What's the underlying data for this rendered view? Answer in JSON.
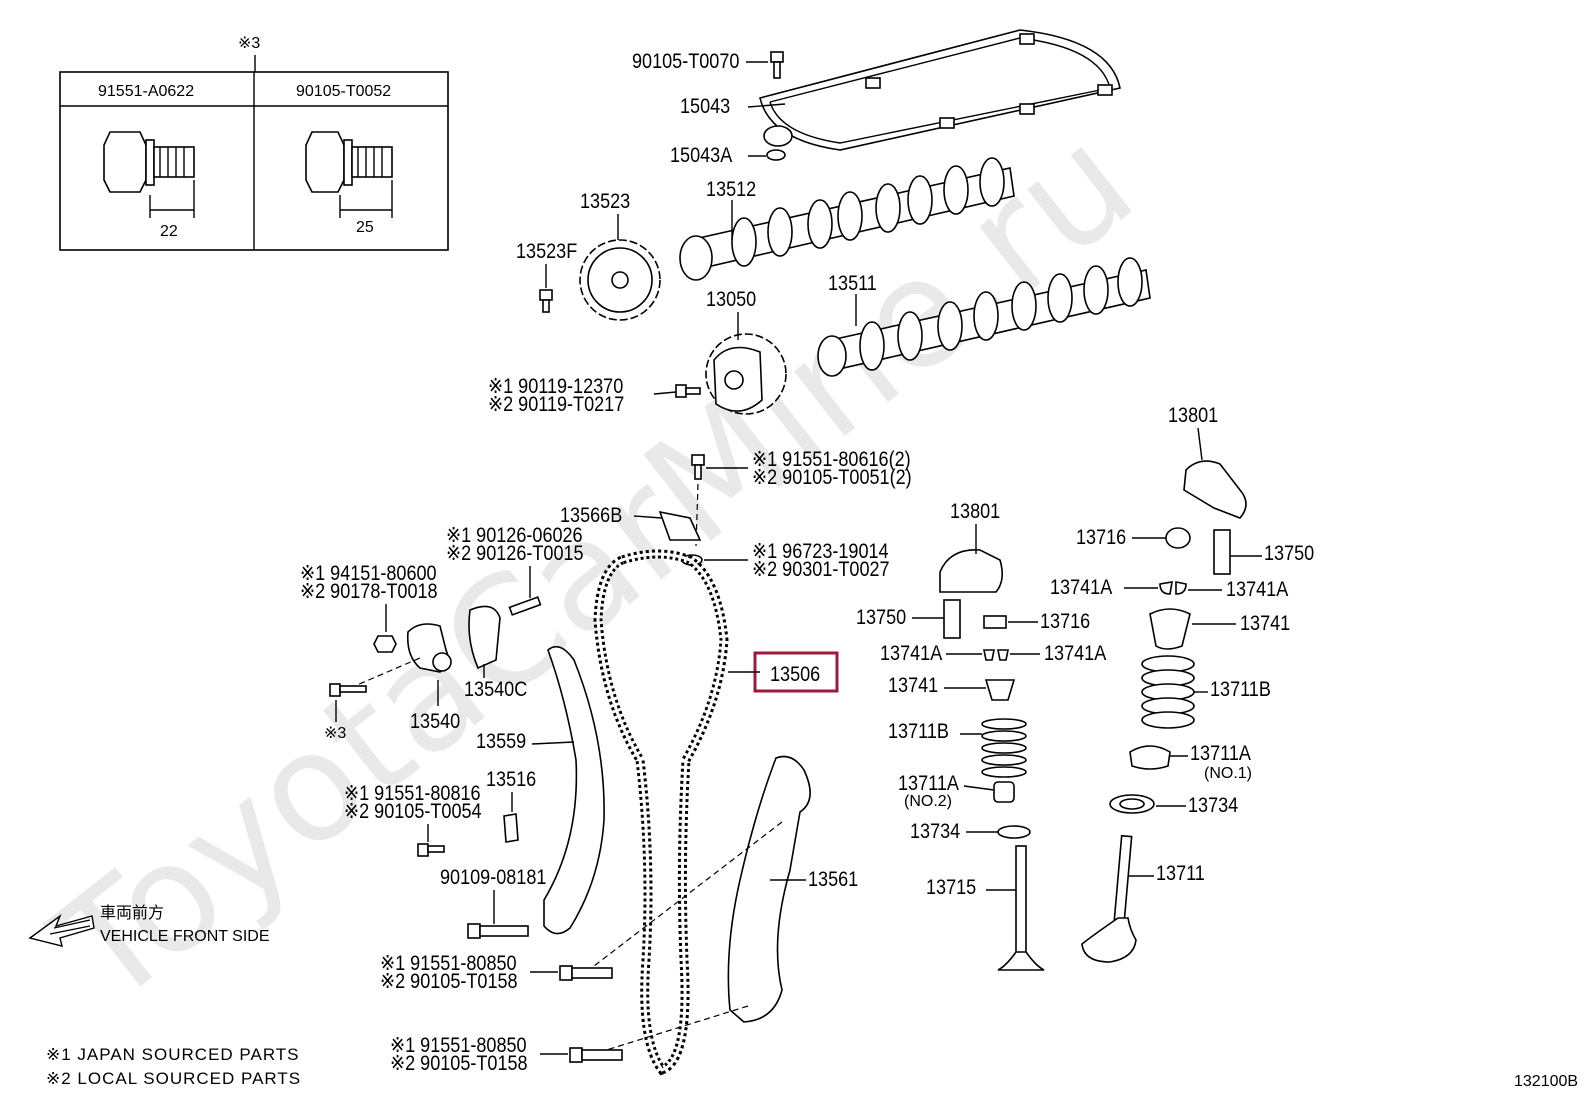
{
  "watermark": "ToyotaCarMine.ru",
  "diagram_code": "132100B",
  "inset": {
    "note_mark": "※3",
    "col1_part": "91551-A0622",
    "col1_dim": "22",
    "col2_part": "90105-T0052",
    "col2_dim": "25"
  },
  "labels": {
    "p90105_T0070": "90105-T0070",
    "p15043": "15043",
    "p15043A": "15043A",
    "p13512": "13512",
    "p13523": "13523",
    "p13523F": "13523F",
    "p13511": "13511",
    "p13050": "13050",
    "bolt_a1": "※1 90119-12370",
    "bolt_a2": "※2 90119-T0217",
    "bolt_b1": "※1 91551-80616(2)",
    "bolt_b2": "※2 90105-T0051(2)",
    "p13566B": "13566B",
    "oring1": "※1 96723-19014",
    "oring2": "※2 90301-T0027",
    "stud1": "※1 90126-06026",
    "stud2": "※2 90126-T0015",
    "nut1": "※1 94151-80600",
    "nut2": "※2 90178-T0018",
    "p13506": "13506",
    "p13540C": "13540C",
    "p13540": "13540",
    "ref3": "※3",
    "p13559": "13559",
    "p13516": "13516",
    "bolt_c1": "※1 91551-80816",
    "bolt_c2": "※2 90105-T0054",
    "p90109": "90109-08181",
    "bolt_d1": "※1 91551-80850",
    "bolt_d2": "※2 90105-T0158",
    "bolt_e1": "※1 91551-80850",
    "bolt_e2": "※2 90105-T0158",
    "p13561": "13561",
    "p13801_r": "13801",
    "p13801_m": "13801",
    "p13716_r": "13716",
    "p13750_r": "13750",
    "p13741A_r1": "13741A",
    "p13741A_r2": "13741A",
    "p13741_r": "13741",
    "p13711B_r": "13711B",
    "p13711A_r": "13711A",
    "no1": "(NO.1)",
    "p13734_r": "13734",
    "p13711": "13711",
    "p13750_m": "13750",
    "p13716_m": "13716",
    "p13741A_m1": "13741A",
    "p13741A_m2": "13741A",
    "p13741_m": "13741",
    "p13711B_m": "13711B",
    "p13711A_m": "13711A",
    "no2": "(NO.2)",
    "p13734_m": "13734",
    "p13715": "13715"
  },
  "front": {
    "jp": "車両前方",
    "en": "VEHICLE FRONT SIDE"
  },
  "legend": {
    "line1": "※1 JAPAN SOURCED PARTS",
    "line2": "※2 LOCAL SOURCED PARTS"
  },
  "highlight_color": "#a0183a"
}
